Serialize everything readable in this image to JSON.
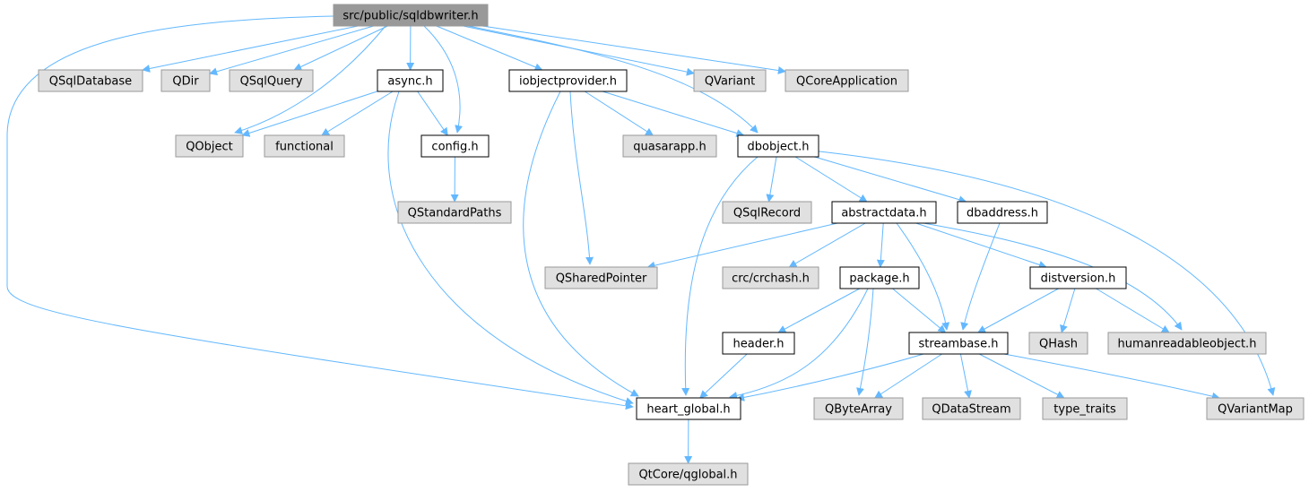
{
  "colors": {
    "edge": "#63b8ff",
    "root_fill": "#999999",
    "internal_fill": "#ffffff",
    "external_fill": "#e0e0e0",
    "internal_border": "#000000",
    "external_border": "#999999",
    "text": "#000000"
  },
  "nodes": [
    {
      "id": "sqldbwriter",
      "label": "src/public/sqldbwriter.h",
      "kind": "root"
    },
    {
      "id": "qsqldatabase",
      "label": "QSqlDatabase",
      "kind": "external"
    },
    {
      "id": "qdir",
      "label": "QDir",
      "kind": "external"
    },
    {
      "id": "qsqlquery",
      "label": "QSqlQuery",
      "kind": "external"
    },
    {
      "id": "async",
      "label": "async.h",
      "kind": "internal"
    },
    {
      "id": "iobjectprovider",
      "label": "iobjectprovider.h",
      "kind": "internal"
    },
    {
      "id": "qvariant",
      "label": "QVariant",
      "kind": "external"
    },
    {
      "id": "qcoreapplication",
      "label": "QCoreApplication",
      "kind": "external"
    },
    {
      "id": "qobject",
      "label": "QObject",
      "kind": "external"
    },
    {
      "id": "functional",
      "label": "functional",
      "kind": "external"
    },
    {
      "id": "config",
      "label": "config.h",
      "kind": "internal"
    },
    {
      "id": "quasarapp",
      "label": "quasarapp.h",
      "kind": "external"
    },
    {
      "id": "dbobject",
      "label": "dbobject.h",
      "kind": "internal"
    },
    {
      "id": "qstandardpaths",
      "label": "QStandardPaths",
      "kind": "external"
    },
    {
      "id": "qsqlrecord",
      "label": "QSqlRecord",
      "kind": "external"
    },
    {
      "id": "abstractdata",
      "label": "abstractdata.h",
      "kind": "internal"
    },
    {
      "id": "dbaddress",
      "label": "dbaddress.h",
      "kind": "internal"
    },
    {
      "id": "qsharedpointer",
      "label": "QSharedPointer",
      "kind": "external"
    },
    {
      "id": "crchash",
      "label": "crc/crchash.h",
      "kind": "external"
    },
    {
      "id": "package",
      "label": "package.h",
      "kind": "internal"
    },
    {
      "id": "distversion",
      "label": "distversion.h",
      "kind": "internal"
    },
    {
      "id": "header",
      "label": "header.h",
      "kind": "internal"
    },
    {
      "id": "streambase",
      "label": "streambase.h",
      "kind": "internal"
    },
    {
      "id": "qhash",
      "label": "QHash",
      "kind": "external"
    },
    {
      "id": "humanreadable",
      "label": "humanreadableobject.h",
      "kind": "external"
    },
    {
      "id": "heartglobal",
      "label": "heart_global.h",
      "kind": "internal"
    },
    {
      "id": "qbytearray",
      "label": "QByteArray",
      "kind": "external"
    },
    {
      "id": "qdatastream",
      "label": "QDataStream",
      "kind": "external"
    },
    {
      "id": "typetraits",
      "label": "type_traits",
      "kind": "external"
    },
    {
      "id": "qvariantmap",
      "label": "QVariantMap",
      "kind": "external"
    },
    {
      "id": "qtglobal",
      "label": "QtCore/qglobal.h",
      "kind": "external"
    }
  ],
  "edges": [
    [
      "sqldbwriter",
      "qsqldatabase"
    ],
    [
      "sqldbwriter",
      "qdir"
    ],
    [
      "sqldbwriter",
      "qsqlquery"
    ],
    [
      "sqldbwriter",
      "async"
    ],
    [
      "sqldbwriter",
      "iobjectprovider"
    ],
    [
      "sqldbwriter",
      "qvariant"
    ],
    [
      "sqldbwriter",
      "qcoreapplication"
    ],
    [
      "sqldbwriter",
      "qobject"
    ],
    [
      "sqldbwriter",
      "config"
    ],
    [
      "sqldbwriter",
      "dbobject"
    ],
    [
      "sqldbwriter",
      "heartglobal"
    ],
    [
      "async",
      "qobject"
    ],
    [
      "async",
      "functional"
    ],
    [
      "async",
      "config"
    ],
    [
      "async",
      "heartglobal"
    ],
    [
      "config",
      "qstandardpaths"
    ],
    [
      "iobjectprovider",
      "quasarapp"
    ],
    [
      "iobjectprovider",
      "dbobject"
    ],
    [
      "iobjectprovider",
      "qsharedpointer"
    ],
    [
      "iobjectprovider",
      "heartglobal"
    ],
    [
      "dbobject",
      "qsqlrecord"
    ],
    [
      "dbobject",
      "abstractdata"
    ],
    [
      "dbobject",
      "dbaddress"
    ],
    [
      "dbobject",
      "qvariantmap"
    ],
    [
      "dbobject",
      "heartglobal"
    ],
    [
      "abstractdata",
      "qsharedpointer"
    ],
    [
      "abstractdata",
      "crchash"
    ],
    [
      "abstractdata",
      "package"
    ],
    [
      "abstractdata",
      "distversion"
    ],
    [
      "abstractdata",
      "humanreadable"
    ],
    [
      "abstractdata",
      "streambase"
    ],
    [
      "dbaddress",
      "streambase"
    ],
    [
      "package",
      "header"
    ],
    [
      "package",
      "streambase"
    ],
    [
      "package",
      "qbytearray"
    ],
    [
      "package",
      "heartglobal"
    ],
    [
      "distversion",
      "qhash"
    ],
    [
      "distversion",
      "humanreadable"
    ],
    [
      "distversion",
      "streambase"
    ],
    [
      "header",
      "heartglobal"
    ],
    [
      "streambase",
      "heartglobal"
    ],
    [
      "streambase",
      "qbytearray"
    ],
    [
      "streambase",
      "qdatastream"
    ],
    [
      "streambase",
      "typetraits"
    ],
    [
      "streambase",
      "qvariantmap"
    ],
    [
      "heartglobal",
      "qtglobal"
    ]
  ]
}
